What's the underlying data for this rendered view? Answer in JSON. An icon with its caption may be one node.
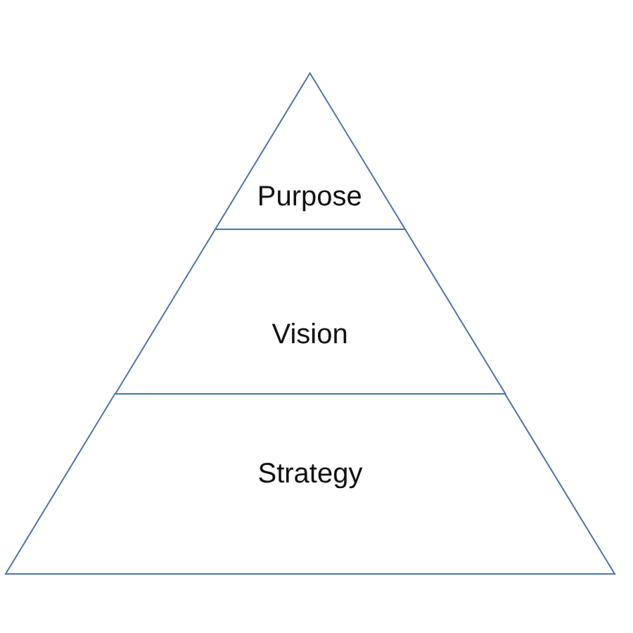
{
  "diagram": {
    "nodes": [
      {
        "text": [
          "Purpose"
        ]
      },
      {
        "text": [
          "Vision"
        ]
      },
      {
        "text": [
          "Strategy"
        ]
      }
    ]
  }
}
